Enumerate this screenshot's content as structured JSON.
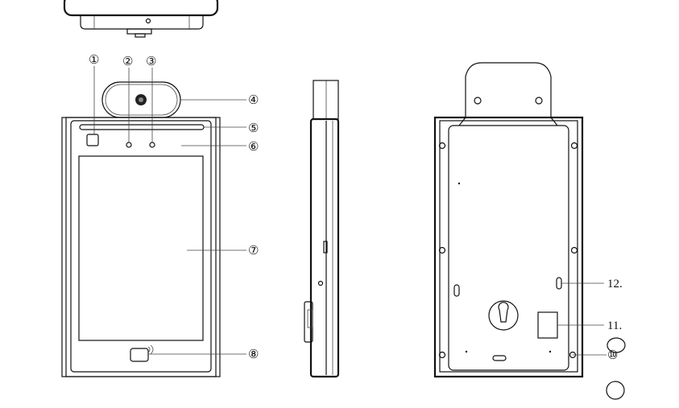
{
  "diagram": {
    "type": "device-outline-drawing",
    "views": [
      "top-view",
      "front-view",
      "side-view",
      "back-view"
    ],
    "front_callouts": [
      "①",
      "②",
      "③",
      "④",
      "⑤",
      "⑥",
      "⑦",
      "⑧"
    ],
    "back_callouts": [
      "12.",
      "11.",
      "⑩"
    ],
    "line_color": "#111111",
    "background": "#ffffff"
  }
}
